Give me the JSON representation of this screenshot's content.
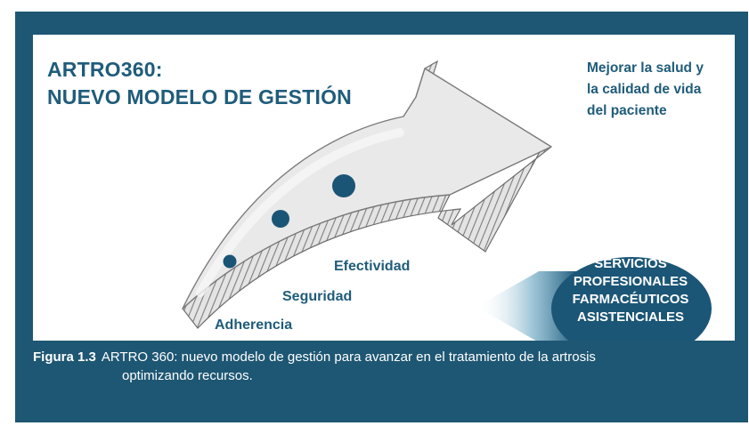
{
  "diagram": {
    "title_lines": [
      "ARTRO360:",
      "NUEVO MODELO DE GESTIÓN"
    ],
    "goal_lines": [
      "Mejorar la salud y",
      "la calidad de vida",
      "del paciente"
    ],
    "steps": [
      "Adherencia",
      "Seguridad",
      "Efectividad"
    ],
    "services_lines": [
      "SERVICIOS",
      "PROFESIONALES",
      "FARMACÉUTICOS",
      "ASISTENCIALES"
    ]
  },
  "caption": {
    "figure_label": "Figura 1.3",
    "text_line1": "ARTRO 360: nuevo modelo de gestión para avanzar en el tratamiento de la artrosis",
    "text_line2": "optimizando recursos."
  },
  "colors": {
    "frame": "#1e5773",
    "text": "#1f5c7a",
    "arrow_face": "#e9e9e9",
    "arrow_hatch": "#8a8a8a",
    "dots": "#1a5575",
    "ellipse": "#1b5677"
  }
}
